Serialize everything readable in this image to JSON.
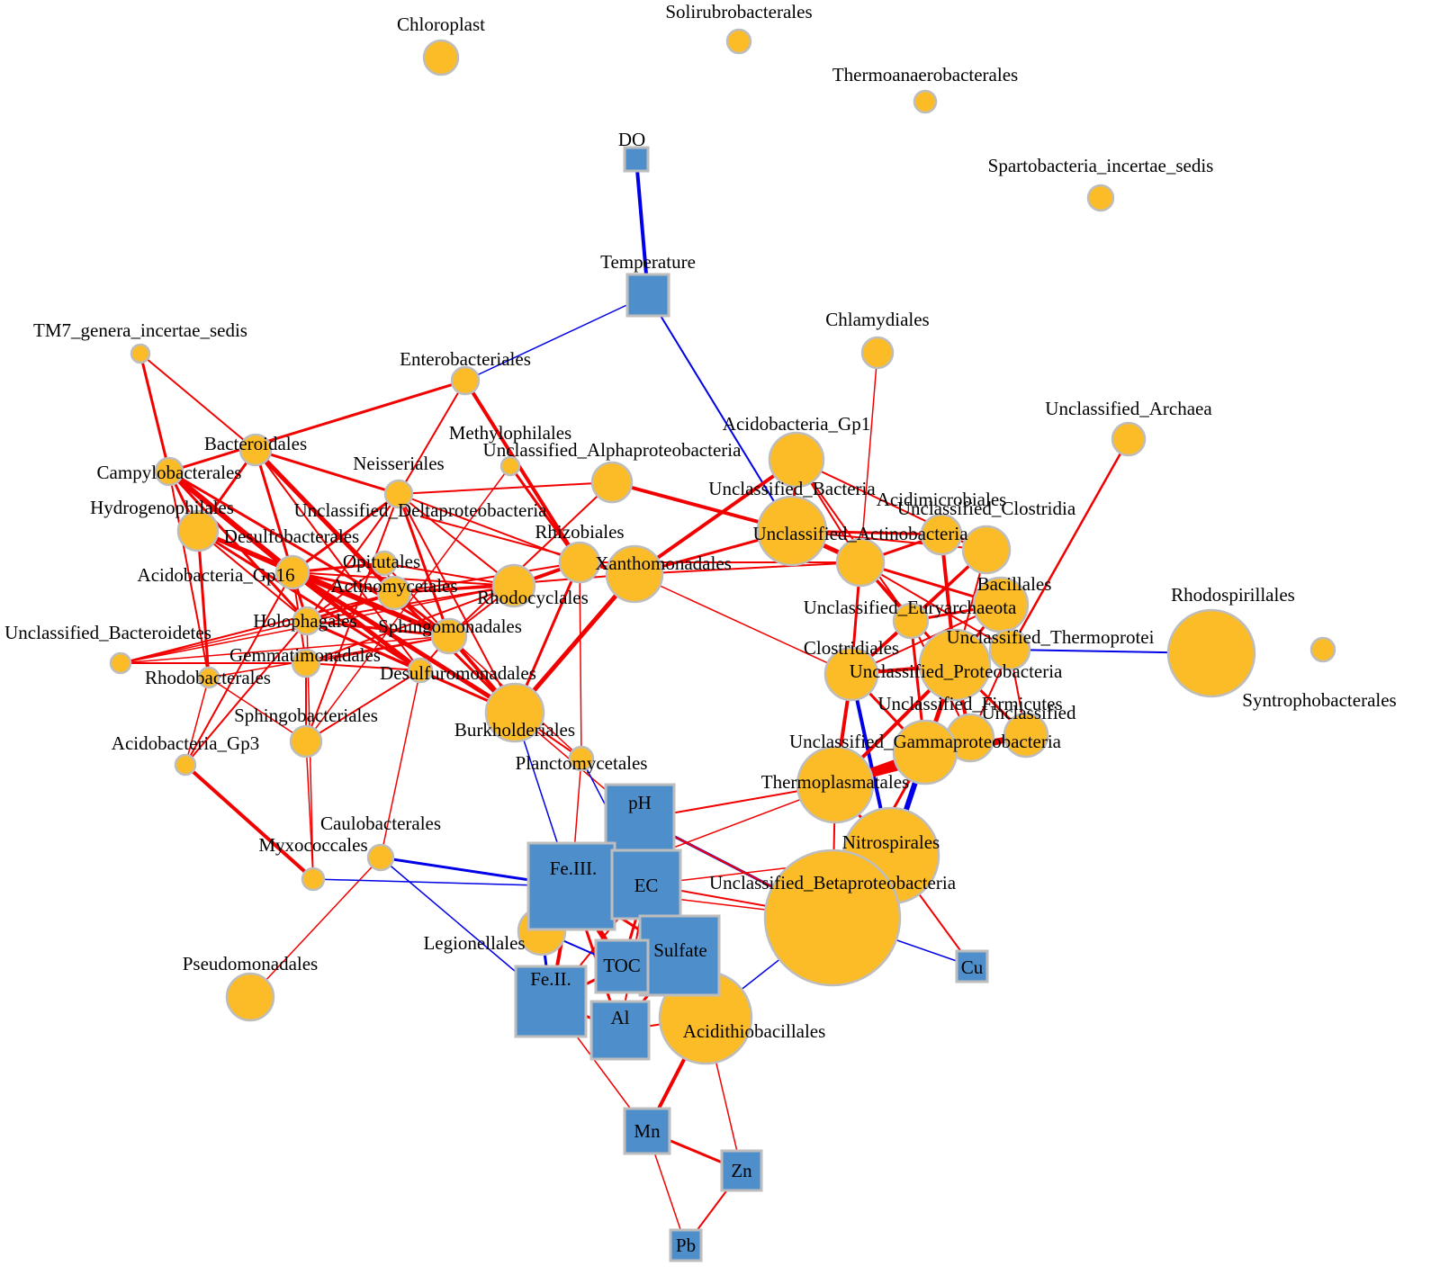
{
  "colors": {
    "taxon_fill": "#FCBC28",
    "env_fill": "#4E8FCB",
    "node_stroke": "#BDBDBD",
    "positive_edge": "#F20000",
    "negative_edge": "#0000E6"
  },
  "taxa": [
    {
      "id": "chloroplast",
      "label": "Chloroplast"
    },
    {
      "id": "solirubrobacterales",
      "label": "Solirubrobacterales"
    },
    {
      "id": "thermoanaerobacterales",
      "label": "Thermoanaerobacterales"
    },
    {
      "id": "spartobacteria",
      "label": "Spartobacteria_incertae_sedis"
    },
    {
      "id": "tm7",
      "label": "TM7_genera_incertae_sedis"
    },
    {
      "id": "enterobacteriales",
      "label": "Enterobacteriales"
    },
    {
      "id": "chlamydiales",
      "label": "Chlamydiales"
    },
    {
      "id": "unclassified_archaea",
      "label": "Unclassified_Archaea"
    },
    {
      "id": "bacteroidales",
      "label": "Bacteroidales"
    },
    {
      "id": "campylobacterales",
      "label": "Campylobacterales"
    },
    {
      "id": "methylophilales",
      "label": "Methylophilales"
    },
    {
      "id": "unclassified_alphaproteobacteria",
      "label": "Unclassified_Alphaproteobacteria"
    },
    {
      "id": "acidobacteria_gp1",
      "label": "Acidobacteria_Gp1"
    },
    {
      "id": "neisseriales",
      "label": "Neisseriales"
    },
    {
      "id": "hydrogenophilales",
      "label": "Hydrogenophilales"
    },
    {
      "id": "unclassified_deltaproteobacteria",
      "label": "Unclassified_Deltaproteobacteria"
    },
    {
      "id": "unclassified_bacteria",
      "label": "Unclassified_Bacteria"
    },
    {
      "id": "acidimicrobiales",
      "label": "Acidimicrobiales"
    },
    {
      "id": "unclassified_clostridia",
      "label": "Unclassified_Clostridia"
    },
    {
      "id": "desulfobacterales",
      "label": "Desulfobacterales"
    },
    {
      "id": "rhizobiales",
      "label": "Rhizobiales"
    },
    {
      "id": "unclassified_actinobacteria",
      "label": "Unclassified_Actinobacteria"
    },
    {
      "id": "opitutales",
      "label": "Opitutales"
    },
    {
      "id": "xanthomonadales",
      "label": "Xanthomonadales"
    },
    {
      "id": "acidobacteria_gp16",
      "label": "Acidobacteria_Gp16"
    },
    {
      "id": "actinomycetales",
      "label": "Actinomycetales"
    },
    {
      "id": "bacillales",
      "label": "Bacillales"
    },
    {
      "id": "rhodocyclales",
      "label": "Rhodocyclales"
    },
    {
      "id": "rhodospirillales",
      "label": "Rhodospirillales"
    },
    {
      "id": "unclassified_euryarchaeota",
      "label": "Unclassified_Euryarchaeota"
    },
    {
      "id": "holophagales",
      "label": "Holophagales"
    },
    {
      "id": "sphingomonadales",
      "label": "Sphingomonadales"
    },
    {
      "id": "unclassified_bacteroidetes",
      "label": "Unclassified_Bacteroidetes"
    },
    {
      "id": "unclassified_thermoprotei",
      "label": "Unclassified_Thermoprotei"
    },
    {
      "id": "syntrophobacterales",
      "label": "Syntrophobacterales"
    },
    {
      "id": "gemmatimonadales",
      "label": "Gemmatimonadales"
    },
    {
      "id": "clostridiales",
      "label": "Clostridiales"
    },
    {
      "id": "unclassified_proteobacteria",
      "label": "Unclassified_Proteobacteria"
    },
    {
      "id": "desulfuromonadales",
      "label": "Desulfuromonadales"
    },
    {
      "id": "rhodobacterales",
      "label": "Rhodobacterales"
    },
    {
      "id": "unclassified_firmicutes",
      "label": "Unclassified_Firmicutes"
    },
    {
      "id": "unclassified",
      "label": "Unclassified"
    },
    {
      "id": "sphingobacteriales",
      "label": "Sphingobacteriales"
    },
    {
      "id": "burkholderiales",
      "label": "Burkholderiales"
    },
    {
      "id": "unclassified_gammaproteobacteria",
      "label": "Unclassified_Gammaproteobacteria"
    },
    {
      "id": "acidobacteria_gp3",
      "label": "Acidobacteria_Gp3"
    },
    {
      "id": "planctomycetales",
      "label": "Planctomycetales"
    },
    {
      "id": "thermoplasmatales",
      "label": "Thermoplasmatales"
    },
    {
      "id": "caulobacterales",
      "label": "Caulobacterales"
    },
    {
      "id": "nitrospirales",
      "label": "Nitrospirales"
    },
    {
      "id": "myxococcales",
      "label": "Myxococcales"
    },
    {
      "id": "unclassified_betaproteobacteria",
      "label": "Unclassified_Betaproteobacteria"
    },
    {
      "id": "legionellales",
      "label": "Legionellales"
    },
    {
      "id": "pseudomonadales",
      "label": "Pseudomonadales"
    },
    {
      "id": "acidithiobacillales",
      "label": "Acidithiobacillales"
    }
  ],
  "environment": [
    {
      "id": "do",
      "label": "DO"
    },
    {
      "id": "temperature",
      "label": "Temperature"
    },
    {
      "id": "ph",
      "label": "pH"
    },
    {
      "id": "fe3",
      "label": "Fe.III."
    },
    {
      "id": "ec",
      "label": "EC"
    },
    {
      "id": "sulfate",
      "label": "Sulfate"
    },
    {
      "id": "toc",
      "label": "TOC"
    },
    {
      "id": "fe2",
      "label": "Fe.II."
    },
    {
      "id": "al",
      "label": "Al"
    },
    {
      "id": "cu",
      "label": "Cu"
    },
    {
      "id": "mn",
      "label": "Mn"
    },
    {
      "id": "zn",
      "label": "Zn"
    },
    {
      "id": "pb",
      "label": "Pb"
    }
  ]
}
